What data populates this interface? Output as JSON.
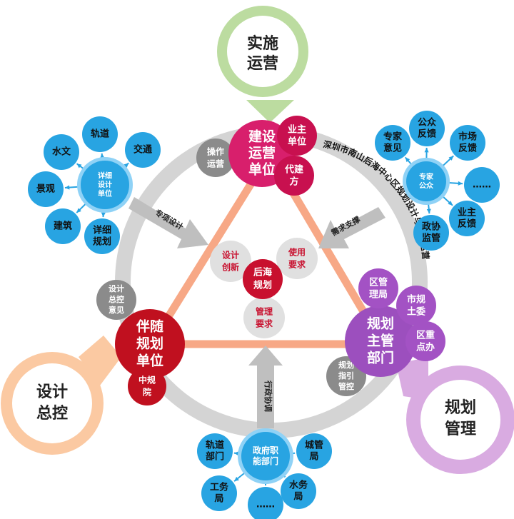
{
  "colors": {
    "green": "#bcdca0",
    "orange": "#fbc9a2",
    "violet": "#d9abe1",
    "gray_ring": "#d4d4d4",
    "gray_node": "#8b8b8b",
    "light_node": "#e0e0e0",
    "magenta": "#d81f6c",
    "red": "#c0101f",
    "purple": "#9c4fbe",
    "purple_small": "#a352c4",
    "blue": "#28a4e2",
    "blue_light": "#8fd2f6",
    "salmon_edge": "#f7a886"
  },
  "outer": {
    "implement": [
      "实施",
      "运营"
    ],
    "design": [
      "设计",
      "总控"
    ],
    "planning": [
      "规划",
      "管理"
    ]
  },
  "core": {
    "construct": [
      "建设",
      "运营",
      "单位"
    ],
    "accompany": [
      "伴随",
      "规划",
      "单位"
    ],
    "authority": [
      "规划",
      "主管",
      "部门"
    ],
    "center": [
      "后海",
      "规划"
    ]
  },
  "partners": {
    "owner": [
      "业主",
      "单位"
    ],
    "agent": [
      "代建",
      "方"
    ],
    "zhonggui": [
      "中规",
      "院"
    ],
    "district_bureau": [
      "区管",
      "理局"
    ],
    "city_committee": [
      "市规",
      "土委"
    ],
    "district_key": [
      "区重",
      "点办"
    ]
  },
  "interfaces": {
    "op": [
      "操作",
      "运营"
    ],
    "design_ctrl": [
      "设计",
      "总控",
      "意见"
    ],
    "guide": [
      "规划",
      "指引",
      "管控"
    ]
  },
  "inner": {
    "design_innovation": [
      "设计",
      "创新"
    ],
    "usage_req": [
      "使用",
      "要求"
    ],
    "mgmt_req": [
      "管理",
      "要求"
    ]
  },
  "arrows": {
    "special_design": "专项设计",
    "demand_support": "需求支撑",
    "admin_coord": "行政协调"
  },
  "arc_title": "深圳市南山后海中心区规划设计与管理运营",
  "clusters": {
    "detail": {
      "hub": [
        "详细",
        "设计",
        "单位"
      ],
      "items": [
        {
          "key": "rail",
          "lines": [
            "轨道"
          ]
        },
        {
          "key": "traffic",
          "lines": [
            "交通"
          ]
        },
        {
          "key": "hydro",
          "lines": [
            "水文"
          ]
        },
        {
          "key": "landscape",
          "lines": [
            "景观"
          ]
        },
        {
          "key": "architecture",
          "lines": [
            "建筑"
          ]
        },
        {
          "key": "detailed-plan",
          "lines": [
            "详细",
            "规划"
          ]
        }
      ]
    },
    "experts": {
      "hub": [
        "专家",
        "公众"
      ],
      "items": [
        {
          "key": "public-feedback",
          "lines": [
            "公众",
            "反馈"
          ]
        },
        {
          "key": "expert-opinion",
          "lines": [
            "专家",
            "意见"
          ]
        },
        {
          "key": "market-feedback",
          "lines": [
            "市场",
            "反馈"
          ]
        },
        {
          "key": "more",
          "lines": [
            "……"
          ]
        },
        {
          "key": "consultative",
          "lines": [
            "政协",
            "监管"
          ]
        },
        {
          "key": "owner-feedback",
          "lines": [
            "业主",
            "反馈"
          ]
        }
      ]
    },
    "government": {
      "hub": [
        "政府职",
        "能部门"
      ],
      "items": [
        {
          "key": "rail-dept",
          "lines": [
            "轨道",
            "部门"
          ]
        },
        {
          "key": "urban-mgmt",
          "lines": [
            "城管",
            "局"
          ]
        },
        {
          "key": "industry-commerce",
          "lines": [
            "工务",
            "局"
          ]
        },
        {
          "key": "water-affairs",
          "lines": [
            "水务",
            "局"
          ]
        },
        {
          "key": "more",
          "lines": [
            "……"
          ]
        }
      ]
    }
  }
}
